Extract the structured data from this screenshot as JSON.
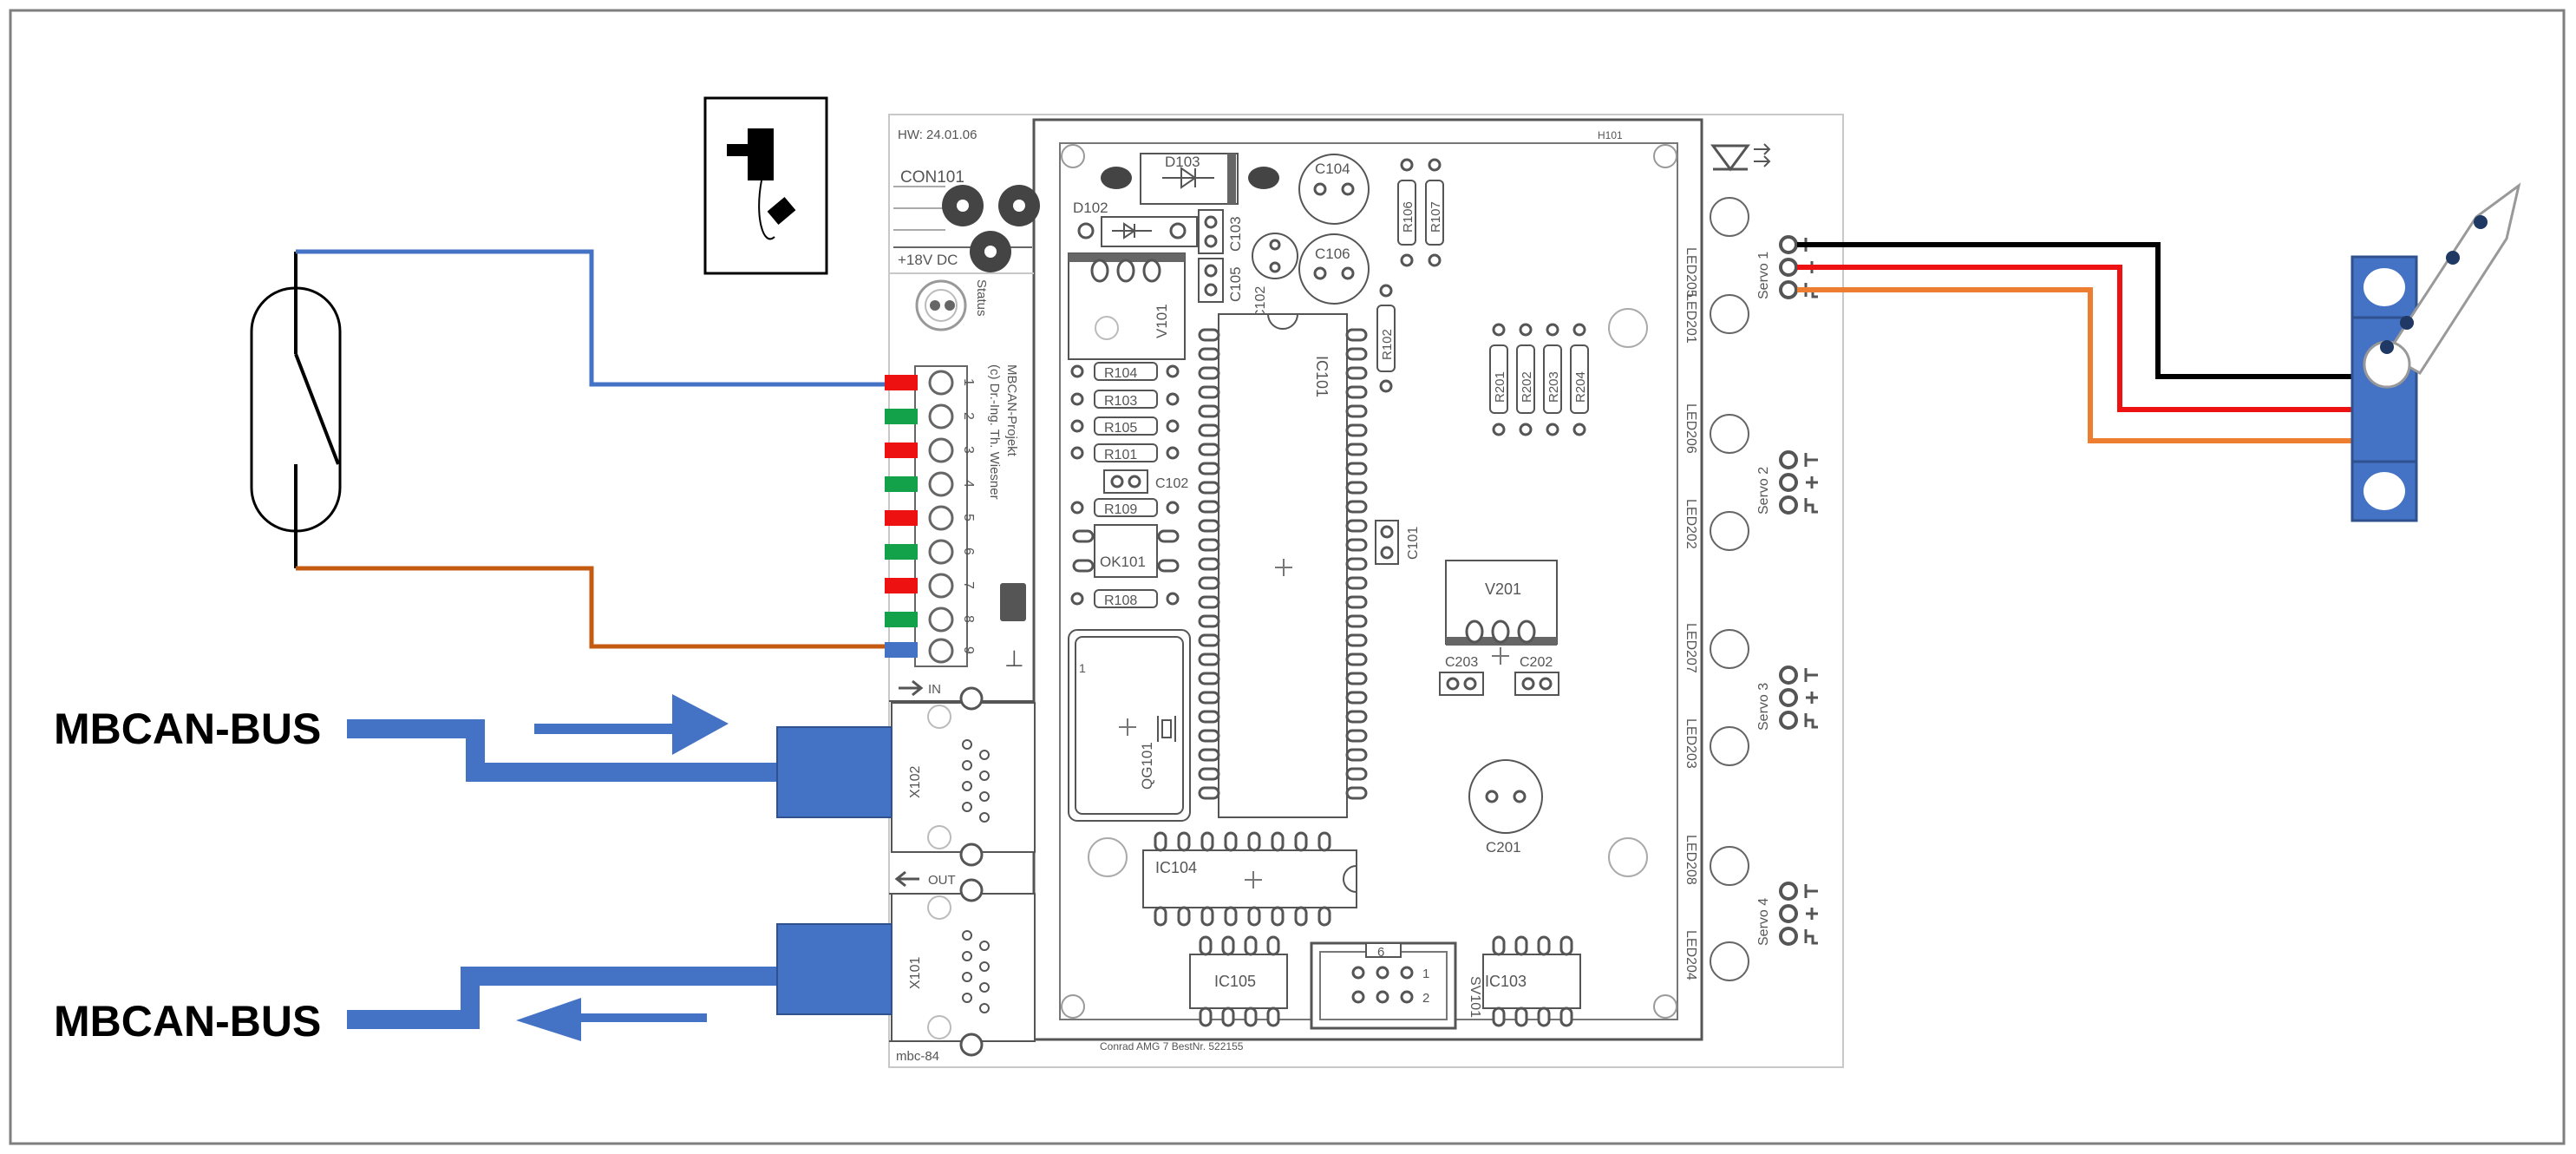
{
  "labels": {
    "bus_in": "MBCAN-BUS",
    "bus_out": "MBCAN-BUS",
    "hw_version": "HW: 24.01.06",
    "board_id": "H101",
    "board_name": "mbc-84",
    "order_no": "Conrad AMG 7 BestNr. 522155",
    "power_connector": "CON101",
    "power_voltage": "+18V DC",
    "status_led": "Status",
    "project_line1": "MBCAN-Projekt",
    "project_line2": "(c) Dr.-Ing. Th. Wiesner",
    "port_in": "IN",
    "port_out": "OUT",
    "ground_symbol": "⊥"
  },
  "terminal_pins": [
    "1",
    "2",
    "3",
    "4",
    "5",
    "6",
    "7",
    "8",
    "9"
  ],
  "servo_labels": [
    "Servo 1",
    "Servo 2",
    "Servo 3",
    "Servo 4"
  ],
  "led_labels": [
    "LED205",
    "LED201",
    "LED206",
    "LED202",
    "LED207",
    "LED203",
    "LED208",
    "LED204"
  ],
  "components": {
    "resistors_left": [
      "R104",
      "R103",
      "R105",
      "R101",
      "R109",
      "R108"
    ],
    "resistors_right": [
      "R201",
      "R202",
      "R203",
      "R204"
    ],
    "resistors_top": [
      "R106",
      "R107",
      "R102"
    ],
    "diodes": [
      "D103",
      "D102"
    ],
    "capacitors": [
      "C104",
      "C106",
      "C103",
      "C105",
      "C102",
      "C102",
      "C101",
      "C203",
      "C202",
      "C201"
    ],
    "ics": [
      "IC101",
      "IC104",
      "IC105",
      "IC103"
    ],
    "regulators": [
      "V101",
      "V201"
    ],
    "optocoupler": "OK101",
    "crystal": "QG101",
    "connectors": [
      "X102",
      "X101",
      "SV101"
    ],
    "sv_pins": [
      "6",
      "1",
      "2"
    ],
    "qg_pin": "1"
  },
  "colors": {
    "pin_red": "#ee1111",
    "pin_green": "#13a14a",
    "pin_blue": "#4472c4",
    "wire_blue": "#4472c4",
    "wire_brown": "#c55a11",
    "servo_black": "#000000",
    "servo_red": "#ee1111",
    "servo_orange": "#ed7d31",
    "bus_blue": "#4472c4"
  }
}
